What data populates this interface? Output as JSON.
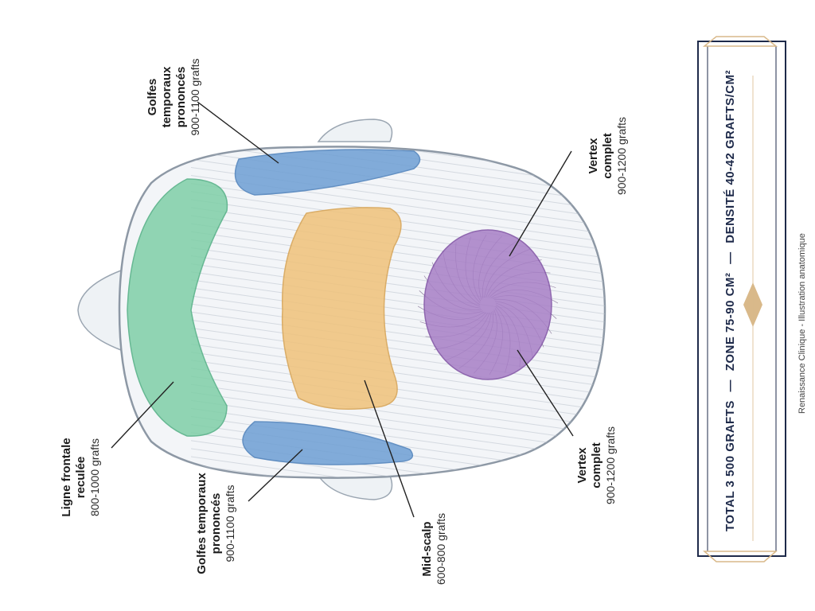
{
  "zones": {
    "temporal_right": {
      "line1": "Golfes",
      "line2": "temporaux",
      "line3": "prononcés",
      "grafts": "900-1100 grafts",
      "color": "#6e9fd4"
    },
    "vertex_upper": {
      "line1": "Vertex",
      "line2": "complet",
      "grafts": "900-1200 grafts",
      "color": "#a77fc6"
    },
    "frontal": {
      "line1": "Ligne frontale",
      "line2": "reculée",
      "grafts": "800-1000 grafts",
      "color": "#7fcfa7"
    },
    "temporal_left": {
      "line1": "Golfes temporaux",
      "line2": "prononcés",
      "grafts": "900-1100 grafts",
      "color": "#6e9fd4"
    },
    "midscalp": {
      "line1": "Mid-scalp",
      "grafts": "600-800 grafts",
      "color": "#f0c27a"
    },
    "vertex_lower": {
      "line1": "Vertex",
      "line2": "complet",
      "grafts": "900-1200 grafts",
      "color": "#a77fc6"
    }
  },
  "banner": {
    "total": "TOTAL 3 500 GRAFTS",
    "sep1": "—",
    "zone": "ZONE 75-90 CM²",
    "sep2": "—",
    "density": "DENSITÉ 40-42 GRAFTS/CM²",
    "frame_color": "#1e2a4a",
    "accent_color": "#d9b98a"
  },
  "credit": "Renaissance Clinique - Illustration anatomique",
  "icons": {
    "diamond": "diamond-ornament-icon"
  }
}
